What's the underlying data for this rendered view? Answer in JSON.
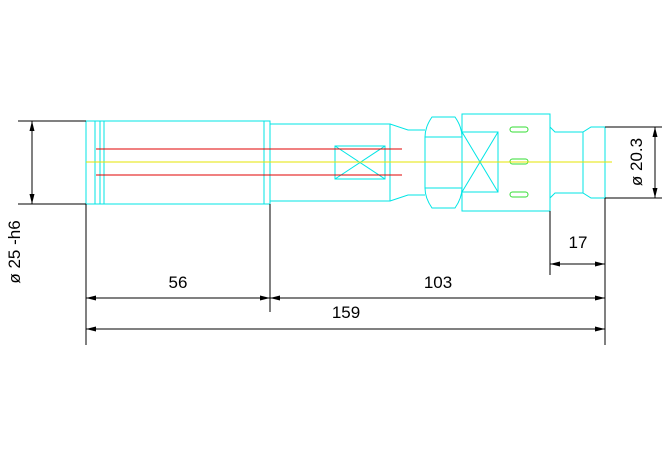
{
  "drawing": {
    "colors": {
      "outline": "#00e5e5",
      "dimension": "#000000",
      "centerline": "#e6e600",
      "thread": "#e00000",
      "slot": "#33dd33",
      "background": "#ffffff"
    },
    "dimensions": {
      "total_length": "159",
      "first_segment": "56",
      "second_segment": "103",
      "right_segment": "17",
      "left_diameter": "ø 25 -h6",
      "right_diameter": "ø 20.3"
    }
  }
}
